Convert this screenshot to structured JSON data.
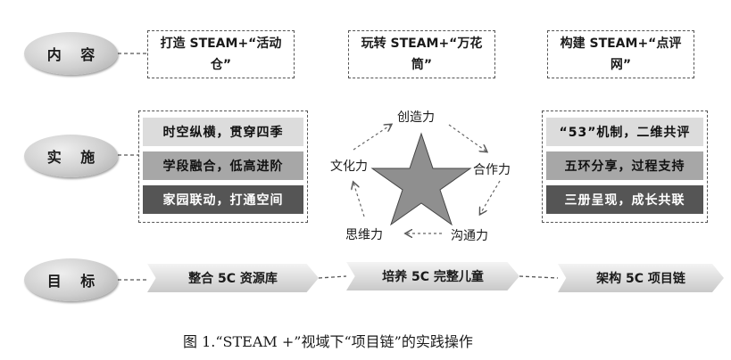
{
  "rows": {
    "content": "内 容",
    "implement": "实 施",
    "goal": "目 标"
  },
  "content_boxes": [
    "打造 STEAM+“活动仓”",
    "玩转 STEAM+“万花筒”",
    "构建 STEAM+“点评网”"
  ],
  "left_items": [
    "时空纵横，贯穿四季",
    "学段融合，低高进阶",
    "家园联动，打通空间"
  ],
  "right_items": [
    "“53”机制，二维共评",
    "五环分享，过程支持",
    "三册呈现，成长共联"
  ],
  "cycle": {
    "top": "创造力",
    "right": "合作力",
    "bottom_right": "沟通力",
    "bottom_left": "思维力",
    "left": "文化力"
  },
  "goals": [
    "整合 5C 资源库",
    "培养 5C 完整儿童",
    "架构 5C 项目链"
  ],
  "caption": "图 1.“STEAM +”视域下“项目链”的实践操作"
}
